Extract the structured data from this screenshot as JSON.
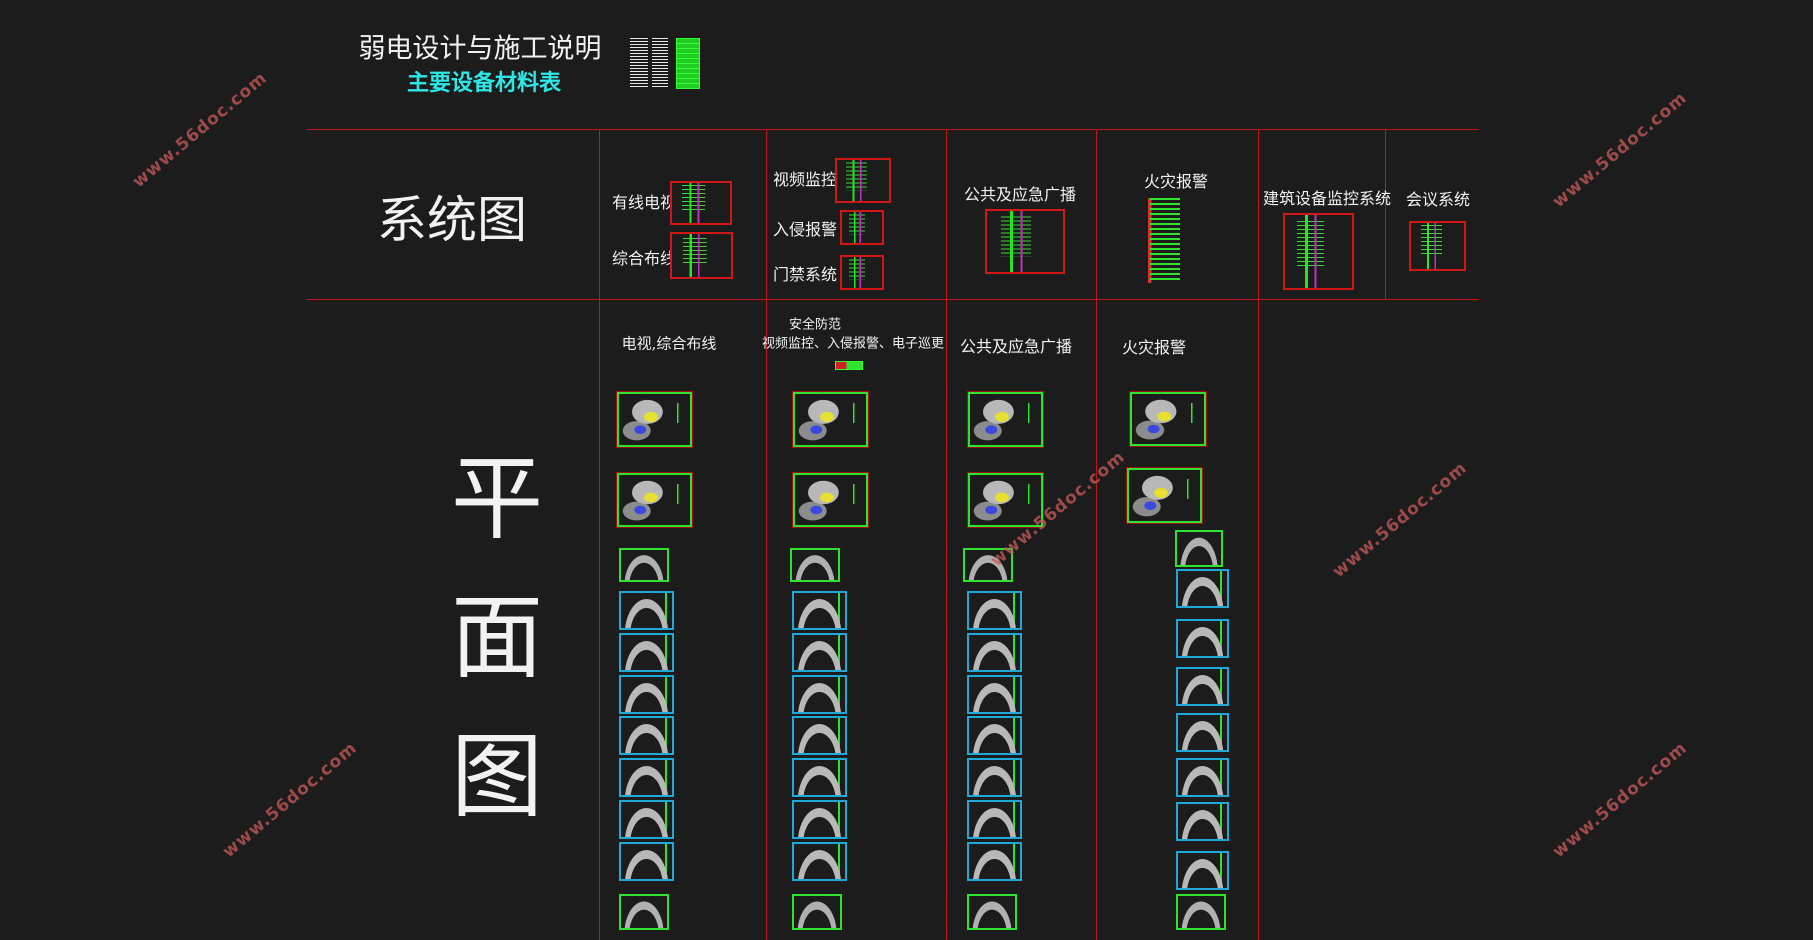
{
  "header": {
    "title": "弱电设计与施工说明",
    "subtitle": "主要设备材料表"
  },
  "sections": {
    "system": "系统图",
    "plan": [
      "平",
      "面",
      "图"
    ]
  },
  "system_diagrams": {
    "catv": "有线电视",
    "cabling": "综合布线",
    "video": "视频监控",
    "intrusion": "入侵报警",
    "access": "门禁系统",
    "broadcast": "公共及应急广播",
    "fire": "火灾报警",
    "bas": "建筑设备监控系统",
    "conference": "会议系统"
  },
  "plan_columns": {
    "tv_cabling": "电视,综合布线",
    "security_title": "安全防范",
    "security_sub": "视频监控、入侵报警、电子巡更",
    "broadcast": "公共及应急广播",
    "fire": "火灾报警"
  },
  "watermark": "www.56doc.com",
  "colors": {
    "grid": "#c0141a",
    "accent": "#2fe6e6",
    "frame_green": "#2ee22e",
    "frame_cyan": "#1fa8d8"
  }
}
